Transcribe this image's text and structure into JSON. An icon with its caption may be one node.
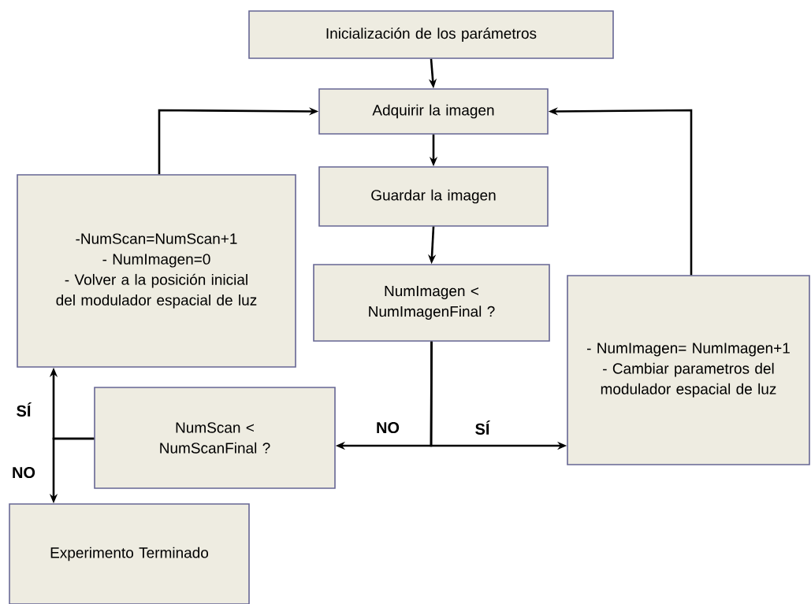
{
  "diagram": {
    "nodes": [
      {
        "text": [
          "Inicialización de los parámetros"
        ]
      },
      {
        "text": [
          "Adquirir la imagen"
        ]
      },
      {
        "text": [
          "Guardar la imagen"
        ]
      },
      {
        "text": [
          "NumImagen < NumImagenFinal ?"
        ]
      },
      {
        "text": [
          "-NumScan=NumScan+1",
          "- NumImagen=0",
          "- Volver a la posición inicial del modulador espacial de luz"
        ]
      },
      {
        "text": [
          "- NumImagen= NumImagen+1",
          "- Cambiar parametros del modulador espacial de luz"
        ]
      },
      {
        "text": [
          "NumScan < NumScanFinal ?"
        ]
      },
      {
        "text": [
          "Experimento Terminado"
        ]
      }
    ],
    "edges": [
      {
        "from": 0,
        "to": 1,
        "arrow": "to"
      },
      {
        "from": 1,
        "to": 2,
        "arrow": "to"
      },
      {
        "from": 2,
        "to": 3,
        "arrow": "to"
      },
      {
        "from": 3,
        "to": 6,
        "arrow": "to",
        "label": "NO"
      },
      {
        "from": 3,
        "to": 5,
        "arrow": "to",
        "label": "SÍ"
      },
      {
        "from": 6,
        "to": 4,
        "arrow": "to",
        "label": "SÍ"
      },
      {
        "from": 6,
        "to": 7,
        "arrow": "to",
        "label": "NO"
      },
      {
        "from": 4,
        "to": 1,
        "arrow": "to"
      },
      {
        "from": 5,
        "to": 1,
        "arrow": "to"
      }
    ]
  }
}
